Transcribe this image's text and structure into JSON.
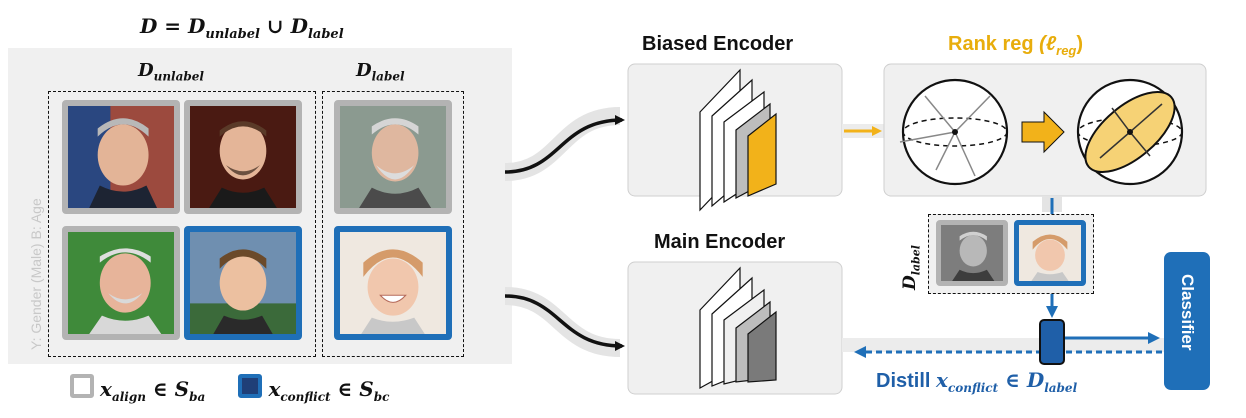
{
  "title": "D = D_unlabel ∪ D_label",
  "dataset": {
    "unlabel_header": "D_unlabel",
    "label_header": "D_label",
    "y_axis_label": "Y: Gender (Male)  B: Age"
  },
  "encoders": {
    "biased": "Biased Encoder",
    "main": "Main Encoder"
  },
  "rank_reg": {
    "title": "Rank reg",
    "symbol": "(ℓ",
    "subscript": "reg",
    "close": ")"
  },
  "mini_label": "D_label",
  "classifier": "Classifier",
  "distill": {
    "prefix": "Distill",
    "formula": "x_conflict ∈ D_label"
  },
  "legend": {
    "align": "x_align ∈ S_ba",
    "conflict": "x_conflict ∈ S_bc"
  },
  "colors": {
    "align_border": "#b3b3b3",
    "conflict_border": "#1f6fb8",
    "rank_accent": "#e8ad0c",
    "distill_text": "#1f5fa8"
  }
}
